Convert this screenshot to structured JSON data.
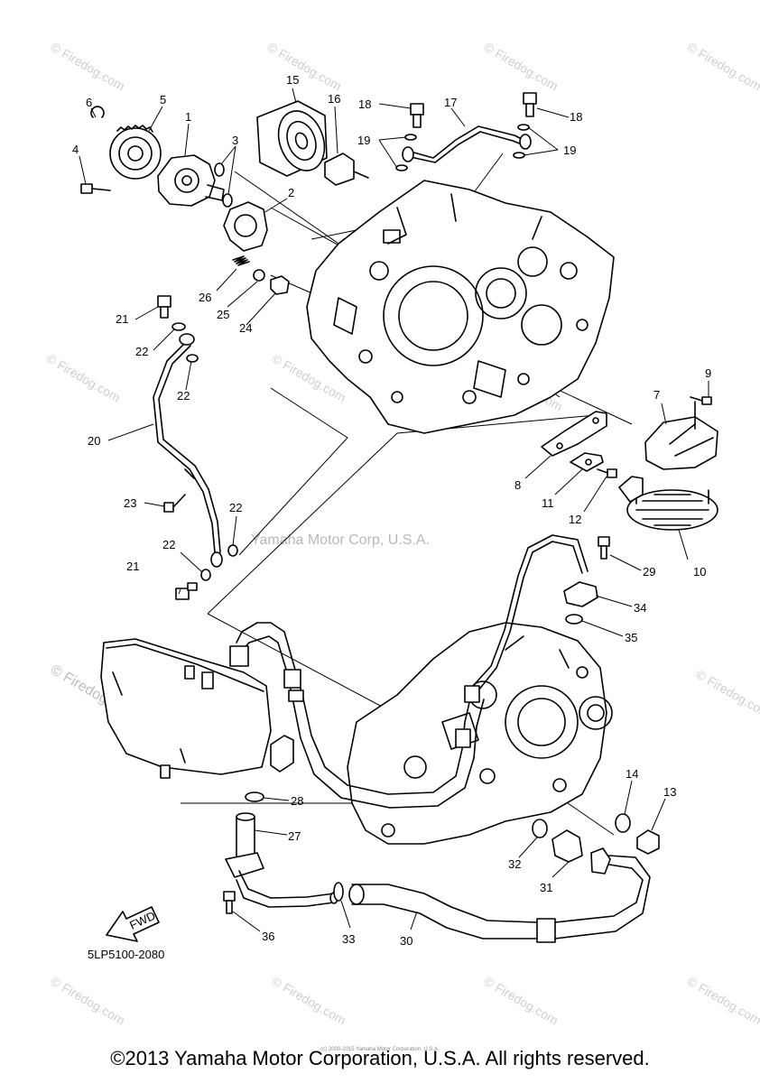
{
  "callouts": [
    {
      "id": "c1",
      "text": "1"
    },
    {
      "id": "c2",
      "text": "2"
    },
    {
      "id": "c3",
      "text": "3"
    },
    {
      "id": "c4",
      "text": "4"
    },
    {
      "id": "c5",
      "text": "5"
    },
    {
      "id": "c6",
      "text": "6"
    },
    {
      "id": "c7",
      "text": "7"
    },
    {
      "id": "c8",
      "text": "8"
    },
    {
      "id": "c9",
      "text": "9"
    },
    {
      "id": "c10",
      "text": "10"
    },
    {
      "id": "c11",
      "text": "11"
    },
    {
      "id": "c12",
      "text": "12"
    },
    {
      "id": "c13",
      "text": "13"
    },
    {
      "id": "c14",
      "text": "14"
    },
    {
      "id": "c15",
      "text": "15"
    },
    {
      "id": "c16",
      "text": "16"
    },
    {
      "id": "c17",
      "text": "17"
    },
    {
      "id": "c18a",
      "text": "18"
    },
    {
      "id": "c18b",
      "text": "18"
    },
    {
      "id": "c19a",
      "text": "19"
    },
    {
      "id": "c19b",
      "text": "19"
    },
    {
      "id": "c20",
      "text": "20"
    },
    {
      "id": "c21a",
      "text": "21"
    },
    {
      "id": "c21b",
      "text": "21"
    },
    {
      "id": "c22a",
      "text": "22"
    },
    {
      "id": "c22b",
      "text": "22"
    },
    {
      "id": "c22c",
      "text": "22"
    },
    {
      "id": "c22d",
      "text": "22"
    },
    {
      "id": "c23",
      "text": "23"
    },
    {
      "id": "c24",
      "text": "24"
    },
    {
      "id": "c25",
      "text": "25"
    },
    {
      "id": "c26",
      "text": "26"
    },
    {
      "id": "c27",
      "text": "27"
    },
    {
      "id": "c28",
      "text": "28"
    },
    {
      "id": "c29",
      "text": "29"
    },
    {
      "id": "c30",
      "text": "30"
    },
    {
      "id": "c31",
      "text": "31"
    },
    {
      "id": "c32",
      "text": "32"
    },
    {
      "id": "c33",
      "text": "33"
    },
    {
      "id": "c34",
      "text": "34"
    },
    {
      "id": "c35",
      "text": "35"
    },
    {
      "id": "c36",
      "text": "36"
    }
  ],
  "diagram_code": "5LP5100-2080",
  "fwd_label": "FWD",
  "center_watermark": "Yamaha Motor Corp, U.S.A.",
  "firedog_watermark": "© Firedog.com",
  "footer_copyright": "©2013 Yamaha Motor Corporation, U.S.A. All rights reserved.",
  "footer_fineprint": "(c) 2000-2015 Yamaha Motor Corporation, U.S.A."
}
